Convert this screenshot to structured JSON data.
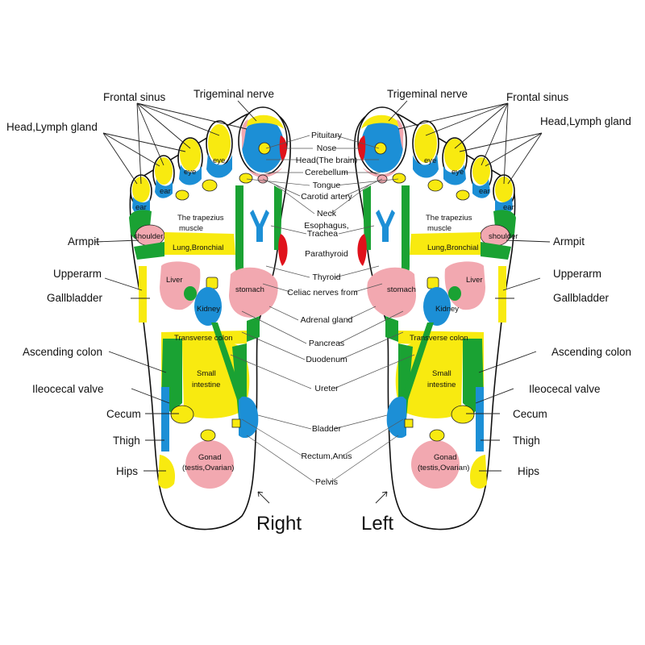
{
  "colors": {
    "yellow": "#f8ea10",
    "blue": "#1c8fd6",
    "green": "#1aa233",
    "pink": "#f2a8b0",
    "red": "#e0121b",
    "outline": "#111111",
    "text": "#111111"
  },
  "feet": {
    "right": {
      "caption": "Right"
    },
    "left": {
      "caption": "Left"
    }
  },
  "side_labels": {
    "frontal_sinus": "Frontal sinus",
    "trigeminal_nerve": "Trigeminal nerve",
    "head_lymph": "Head,Lymph gland",
    "armpit": "Armpit",
    "upperarm": "Upperarm",
    "gallbladder": "Gallbladder",
    "ascending_colon": "Ascending colon",
    "ileocecal_valve": "Ileocecal valve",
    "cecum": "Cecum",
    "thigh": "Thigh",
    "hips": "Hips"
  },
  "center_labels": {
    "pituitary": "Pituitary",
    "nose": "Nose",
    "head_brain": "Head(The brain)",
    "cerebellum": "Cerebellum",
    "tongue": "Tongue",
    "carotid": "Carotid artery",
    "neck": "Neck",
    "esophagus_1": "Esophagus,",
    "esophagus_2": "Trachea",
    "parathyroid": "Parathyroid",
    "thyroid": "Thyroid",
    "celiac": "Celiac nerves from",
    "adrenal": "Adrenal gland",
    "pancreas": "Pancreas",
    "duodenum": "Duodenum",
    "ureter": "Ureter",
    "bladder": "Bladder",
    "rectum": "Rectum,Anus",
    "pelvis": "Pelvis"
  },
  "zone_labels": {
    "eye": "eye",
    "ear": "ear",
    "trapezius_1": "The trapezius",
    "trapezius_2": "muscle",
    "shoulder": "shoulder",
    "lung": "Lung,Bronchial",
    "liver": "Liver",
    "stomach": "stomach",
    "kidney": "Kidney",
    "transverse": "Transverse colon",
    "small_1": "Small",
    "small_2": "intestine",
    "gonad_1": "Gonad",
    "gonad_2": "(testis,Ovarian)"
  }
}
